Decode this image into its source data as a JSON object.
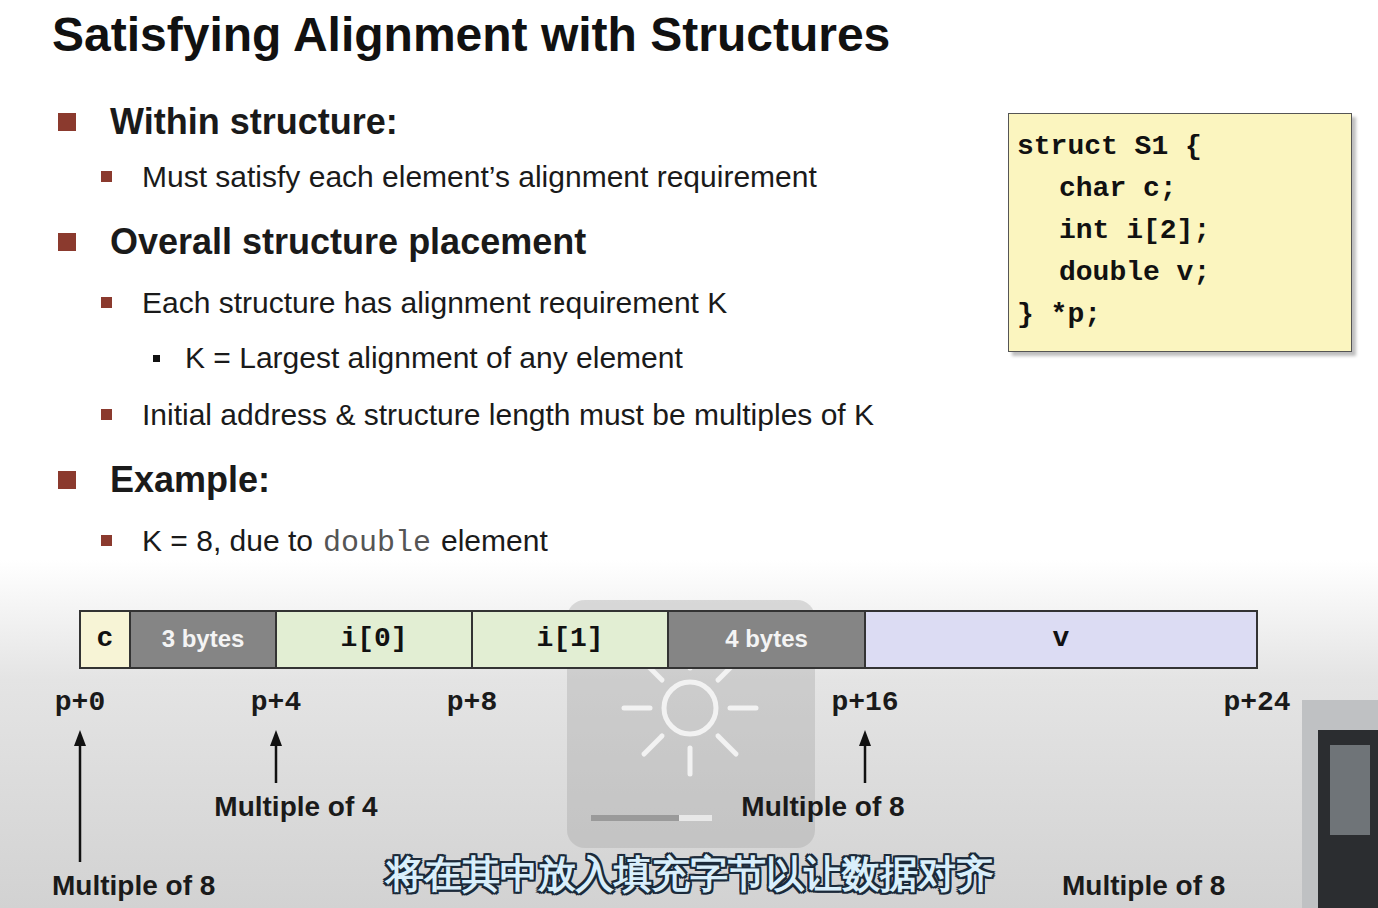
{
  "diagram": {
    "title": "Satisfying Alignment with Structures",
    "nodes": [
      {
        "text": [
          "struct S1 {",
          "char c;",
          "int i[2];",
          "double v;",
          "} *p;"
        ]
      },
      {
        "text": [
          "c"
        ]
      },
      {
        "text": [
          "3 bytes"
        ]
      },
      {
        "text": [
          "i[0]"
        ]
      },
      {
        "text": [
          "i[1]"
        ]
      },
      {
        "text": [
          "4 bytes"
        ]
      },
      {
        "text": [
          "v"
        ]
      }
    ],
    "labels": [
      "Within structure:",
      "Must satisfy each element’s alignment requirement",
      "Overall structure placement",
      "Each structure has alignment requirement K",
      "K = Largest alignment of any element",
      "Initial address & structure length must be multiples of K",
      "Example:",
      "K = 8, due to",
      "double",
      "element",
      "p+0",
      "p+4",
      "p+8",
      "p+16",
      "p+24",
      "Multiple of 4",
      "Multiple of 8",
      "Multiple of 8",
      "将在其中放入填充字节以让数据对齐",
      "Multiple of 8"
    ]
  }
}
